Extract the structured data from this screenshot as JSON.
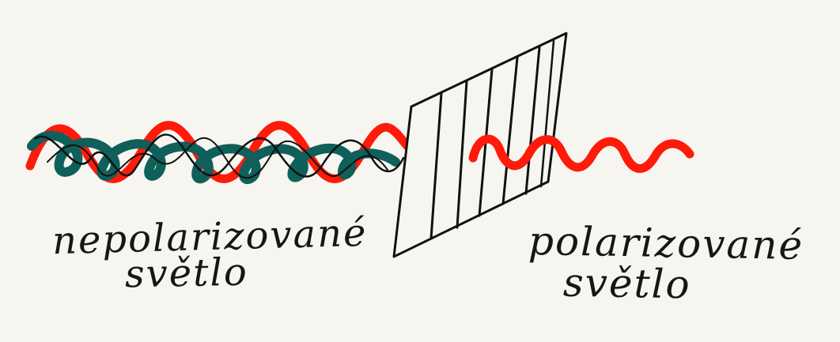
{
  "labels": {
    "unpolarized_line1": "nepolarizované",
    "unpolarized_line2": "světlo",
    "polarized_line1": "polarizované",
    "polarized_line2": "světlo"
  },
  "colors": {
    "background": "#f6f5f0",
    "ink": "#161616",
    "polarized_wave": "#ff1a0a",
    "unpolarized_wave": "#0f5f5a"
  }
}
